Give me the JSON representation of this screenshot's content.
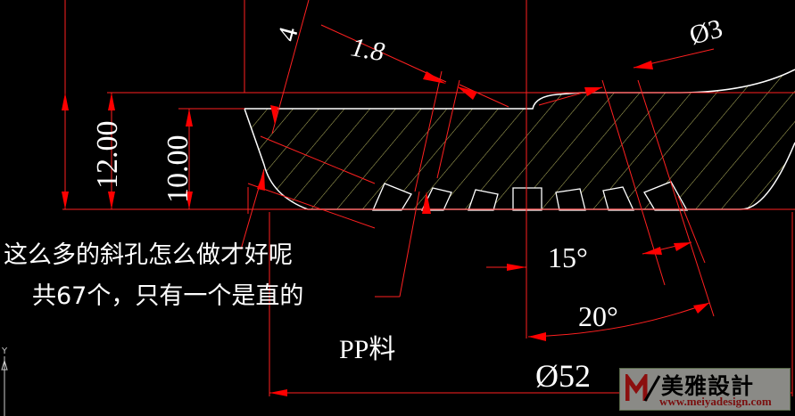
{
  "dimensions": {
    "dim_4": "4",
    "dim_1_8": "1.8",
    "dim_phi3": "Ø3",
    "dim_12": "12.00",
    "dim_10": "10.00",
    "angle_15": "15°",
    "angle_20": "20°",
    "dim_phi52": "Ø52"
  },
  "notes": {
    "question": "这么多的斜孔怎么做才好呢",
    "detail": "共67个，只有一个是直的",
    "material": "PP料"
  },
  "ucs_axis_label": "Y",
  "watermark": {
    "brand": "美雅設計",
    "url": "www.meiyadesign.com"
  },
  "colors": {
    "outline": "#ffffff",
    "hatch": "#e8e87a",
    "dimension": "#ff0000",
    "background": "#000000"
  }
}
